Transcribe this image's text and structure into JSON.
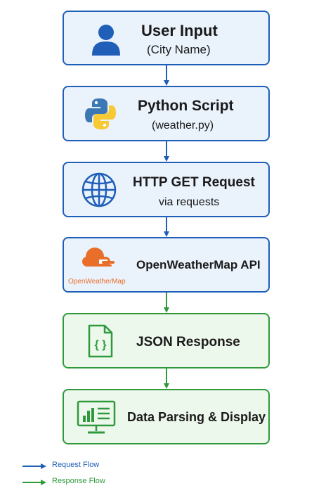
{
  "steps": [
    {
      "title": "User Input",
      "subtitle": "(City Name)",
      "icon": "user-icon"
    },
    {
      "title": "Python Script",
      "subtitle": "(weather.py)",
      "icon": "python-logo-icon"
    },
    {
      "title": "HTTP GET Request",
      "subtitle": "via requests",
      "icon": "globe-icon"
    },
    {
      "title": "OpenWeatherMap API",
      "logo_text": "OpenWeatherMap",
      "icon": "openweathermap-logo-icon"
    },
    {
      "title": "JSON Response",
      "icon": "json-braces-icon"
    },
    {
      "title": "Data Parsing & Display",
      "icon": "monitor-chart-icon"
    }
  ],
  "legend": {
    "request": {
      "label": "Request Flow",
      "color": "#1f5fb8"
    },
    "response": {
      "label": "Response Flow",
      "color": "#2f9a3c"
    }
  },
  "colors": {
    "blue_border": "#1f5fb8",
    "blue_fill": "#eaf2fc",
    "green_border": "#2f9a3c",
    "green_fill": "#edf8ec",
    "openweathermap_orange": "#e96e2a"
  }
}
